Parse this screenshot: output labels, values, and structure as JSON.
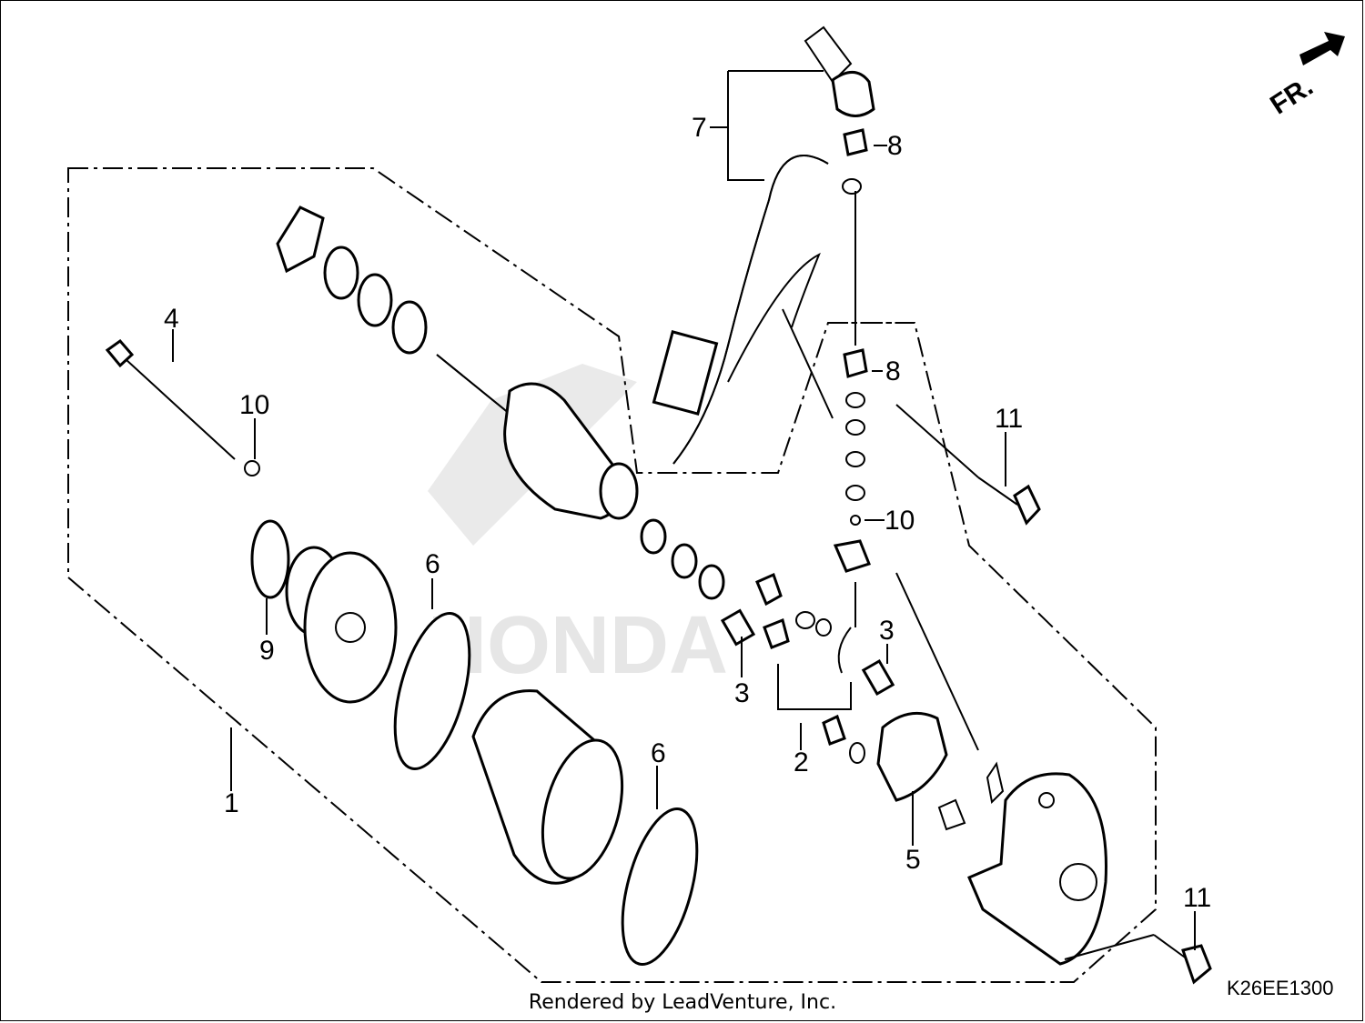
{
  "diagram": {
    "callouts": [
      "1",
      "2",
      "3",
      "3",
      "4",
      "5",
      "6",
      "6",
      "7",
      "8",
      "8",
      "9",
      "10",
      "10",
      "11",
      "11"
    ],
    "watermark": "HONDA",
    "direction_marker": "FR.",
    "drawing_code": "K26EE1300",
    "footer": "Rendered by LeadVenture, Inc."
  }
}
